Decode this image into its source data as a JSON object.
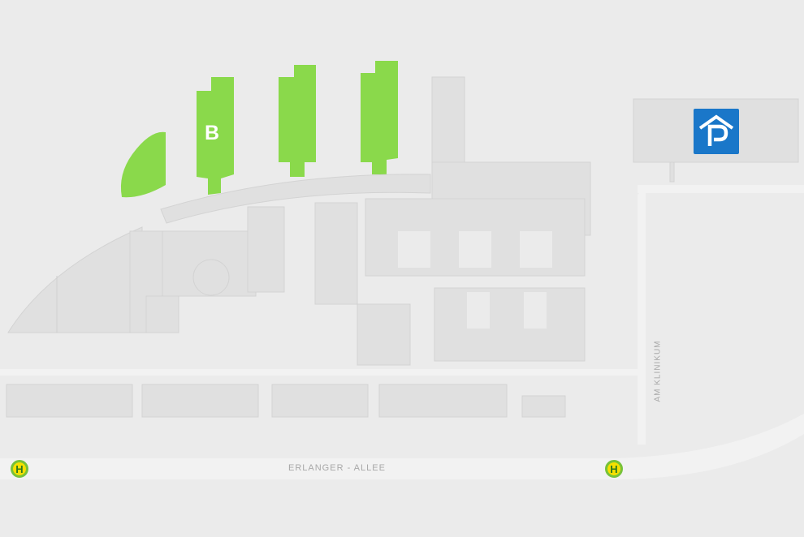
{
  "colors": {
    "background": "#ebebeb",
    "building": "#e0e0e0",
    "building_shadow": "#cfcfcf",
    "highlight": "#8ad94b",
    "road": "#f2f2f2",
    "parking": "#1a77c9",
    "bus_stop_fill": "#f6e000",
    "bus_stop_ring": "#77c23a"
  },
  "map": {
    "highlighted_building_label": "B",
    "streets": {
      "main": "ERLANGER - ALLEE",
      "side": "AM KLINIKUM"
    },
    "parking_icon": "parking-garage-icon",
    "bus_stops": [
      {
        "symbol": "H",
        "icon": "bus-stop-icon"
      },
      {
        "symbol": "H",
        "icon": "bus-stop-icon"
      }
    ]
  }
}
